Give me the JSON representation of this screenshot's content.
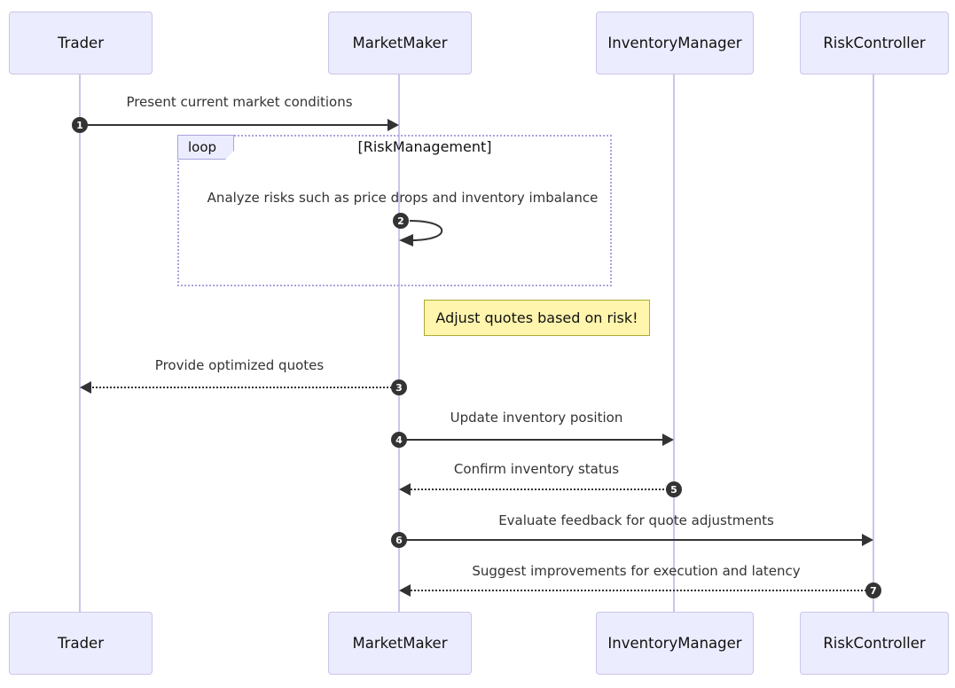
{
  "diagram": {
    "type": "sequence-diagram",
    "actors": [
      {
        "name": "Trader"
      },
      {
        "name": "MarketMaker"
      },
      {
        "name": "InventoryManager"
      },
      {
        "name": "RiskController"
      }
    ],
    "loop": {
      "label": "loop",
      "condition": "[RiskManagement]"
    },
    "note": {
      "text": "Adjust quotes based on risk!"
    },
    "messages": [
      {
        "seq": "1",
        "from": "Trader",
        "to": "MarketMaker",
        "text": "Present current market conditions",
        "style": "solid"
      },
      {
        "seq": "2",
        "from": "MarketMaker",
        "to": "MarketMaker",
        "text": "Analyze risks such as price drops and inventory imbalance",
        "style": "self"
      },
      {
        "seq": "3",
        "from": "MarketMaker",
        "to": "Trader",
        "text": "Provide optimized quotes",
        "style": "dashed"
      },
      {
        "seq": "4",
        "from": "MarketMaker",
        "to": "InventoryManager",
        "text": "Update inventory position",
        "style": "solid"
      },
      {
        "seq": "5",
        "from": "InventoryManager",
        "to": "MarketMaker",
        "text": "Confirm inventory status",
        "style": "dashed"
      },
      {
        "seq": "6",
        "from": "MarketMaker",
        "to": "RiskController",
        "text": "Evaluate feedback for quote adjustments",
        "style": "solid"
      },
      {
        "seq": "7",
        "from": "RiskController",
        "to": "MarketMaker",
        "text": "Suggest improvements for execution and latency",
        "style": "dashed"
      }
    ],
    "colors": {
      "background": "#FFFFFF",
      "actor_fill": "#ECECFF",
      "actor_border": "#C9C5E8",
      "lifeline": "#CBC5EC",
      "loop_border": "#ABA3DE",
      "loop_label_fill": "#ECECFF",
      "note_fill": "#FFF5AD",
      "note_border": "#AAAA33",
      "arrow": "#333333",
      "seq_badge_fill": "#333333",
      "seq_badge_text": "#FFFFFF",
      "message_text": "#333333"
    }
  }
}
